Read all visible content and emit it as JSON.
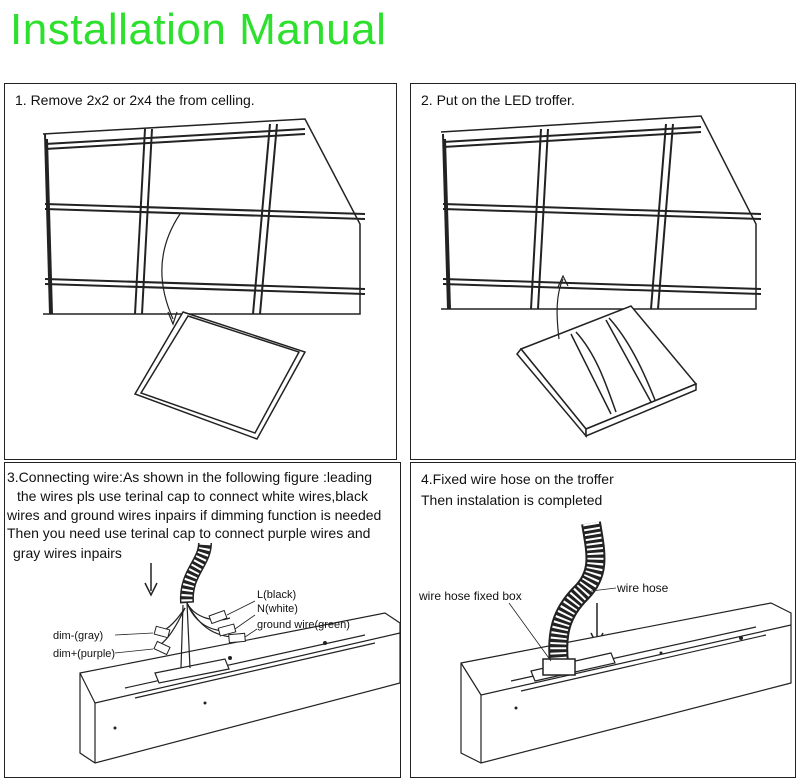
{
  "title": "Installation Manual",
  "steps": {
    "s1": "1. Remove 2x2 or 2x4 the from celling.",
    "s2": "2. Put on the LED troffer.",
    "s3": [
      "3.Connecting wire:As shown in the following figure :leading",
      "the wires pls use terinal cap to connect white wires,black",
      "wires and ground wires inpairs if dimming function is needed",
      "Then you need use terinal cap to connect purple wires and",
      "gray wires inpairs"
    ],
    "s4": [
      "4.Fixed wire hose on the troffer",
      "Then instalation is completed"
    ]
  },
  "wire_labels": {
    "black": "L(black)",
    "white": "N(white)",
    "ground": "ground wire(green)",
    "dim_gray": "dim-(gray)",
    "dim_purple": "dim+(purple)"
  },
  "hose_labels": {
    "fixed_box": "wire hose fixed box",
    "hose": "wire hose"
  },
  "colors": {
    "title": "#2ee02e",
    "line": "#222222"
  },
  "icons": [
    "arrow-icon"
  ]
}
